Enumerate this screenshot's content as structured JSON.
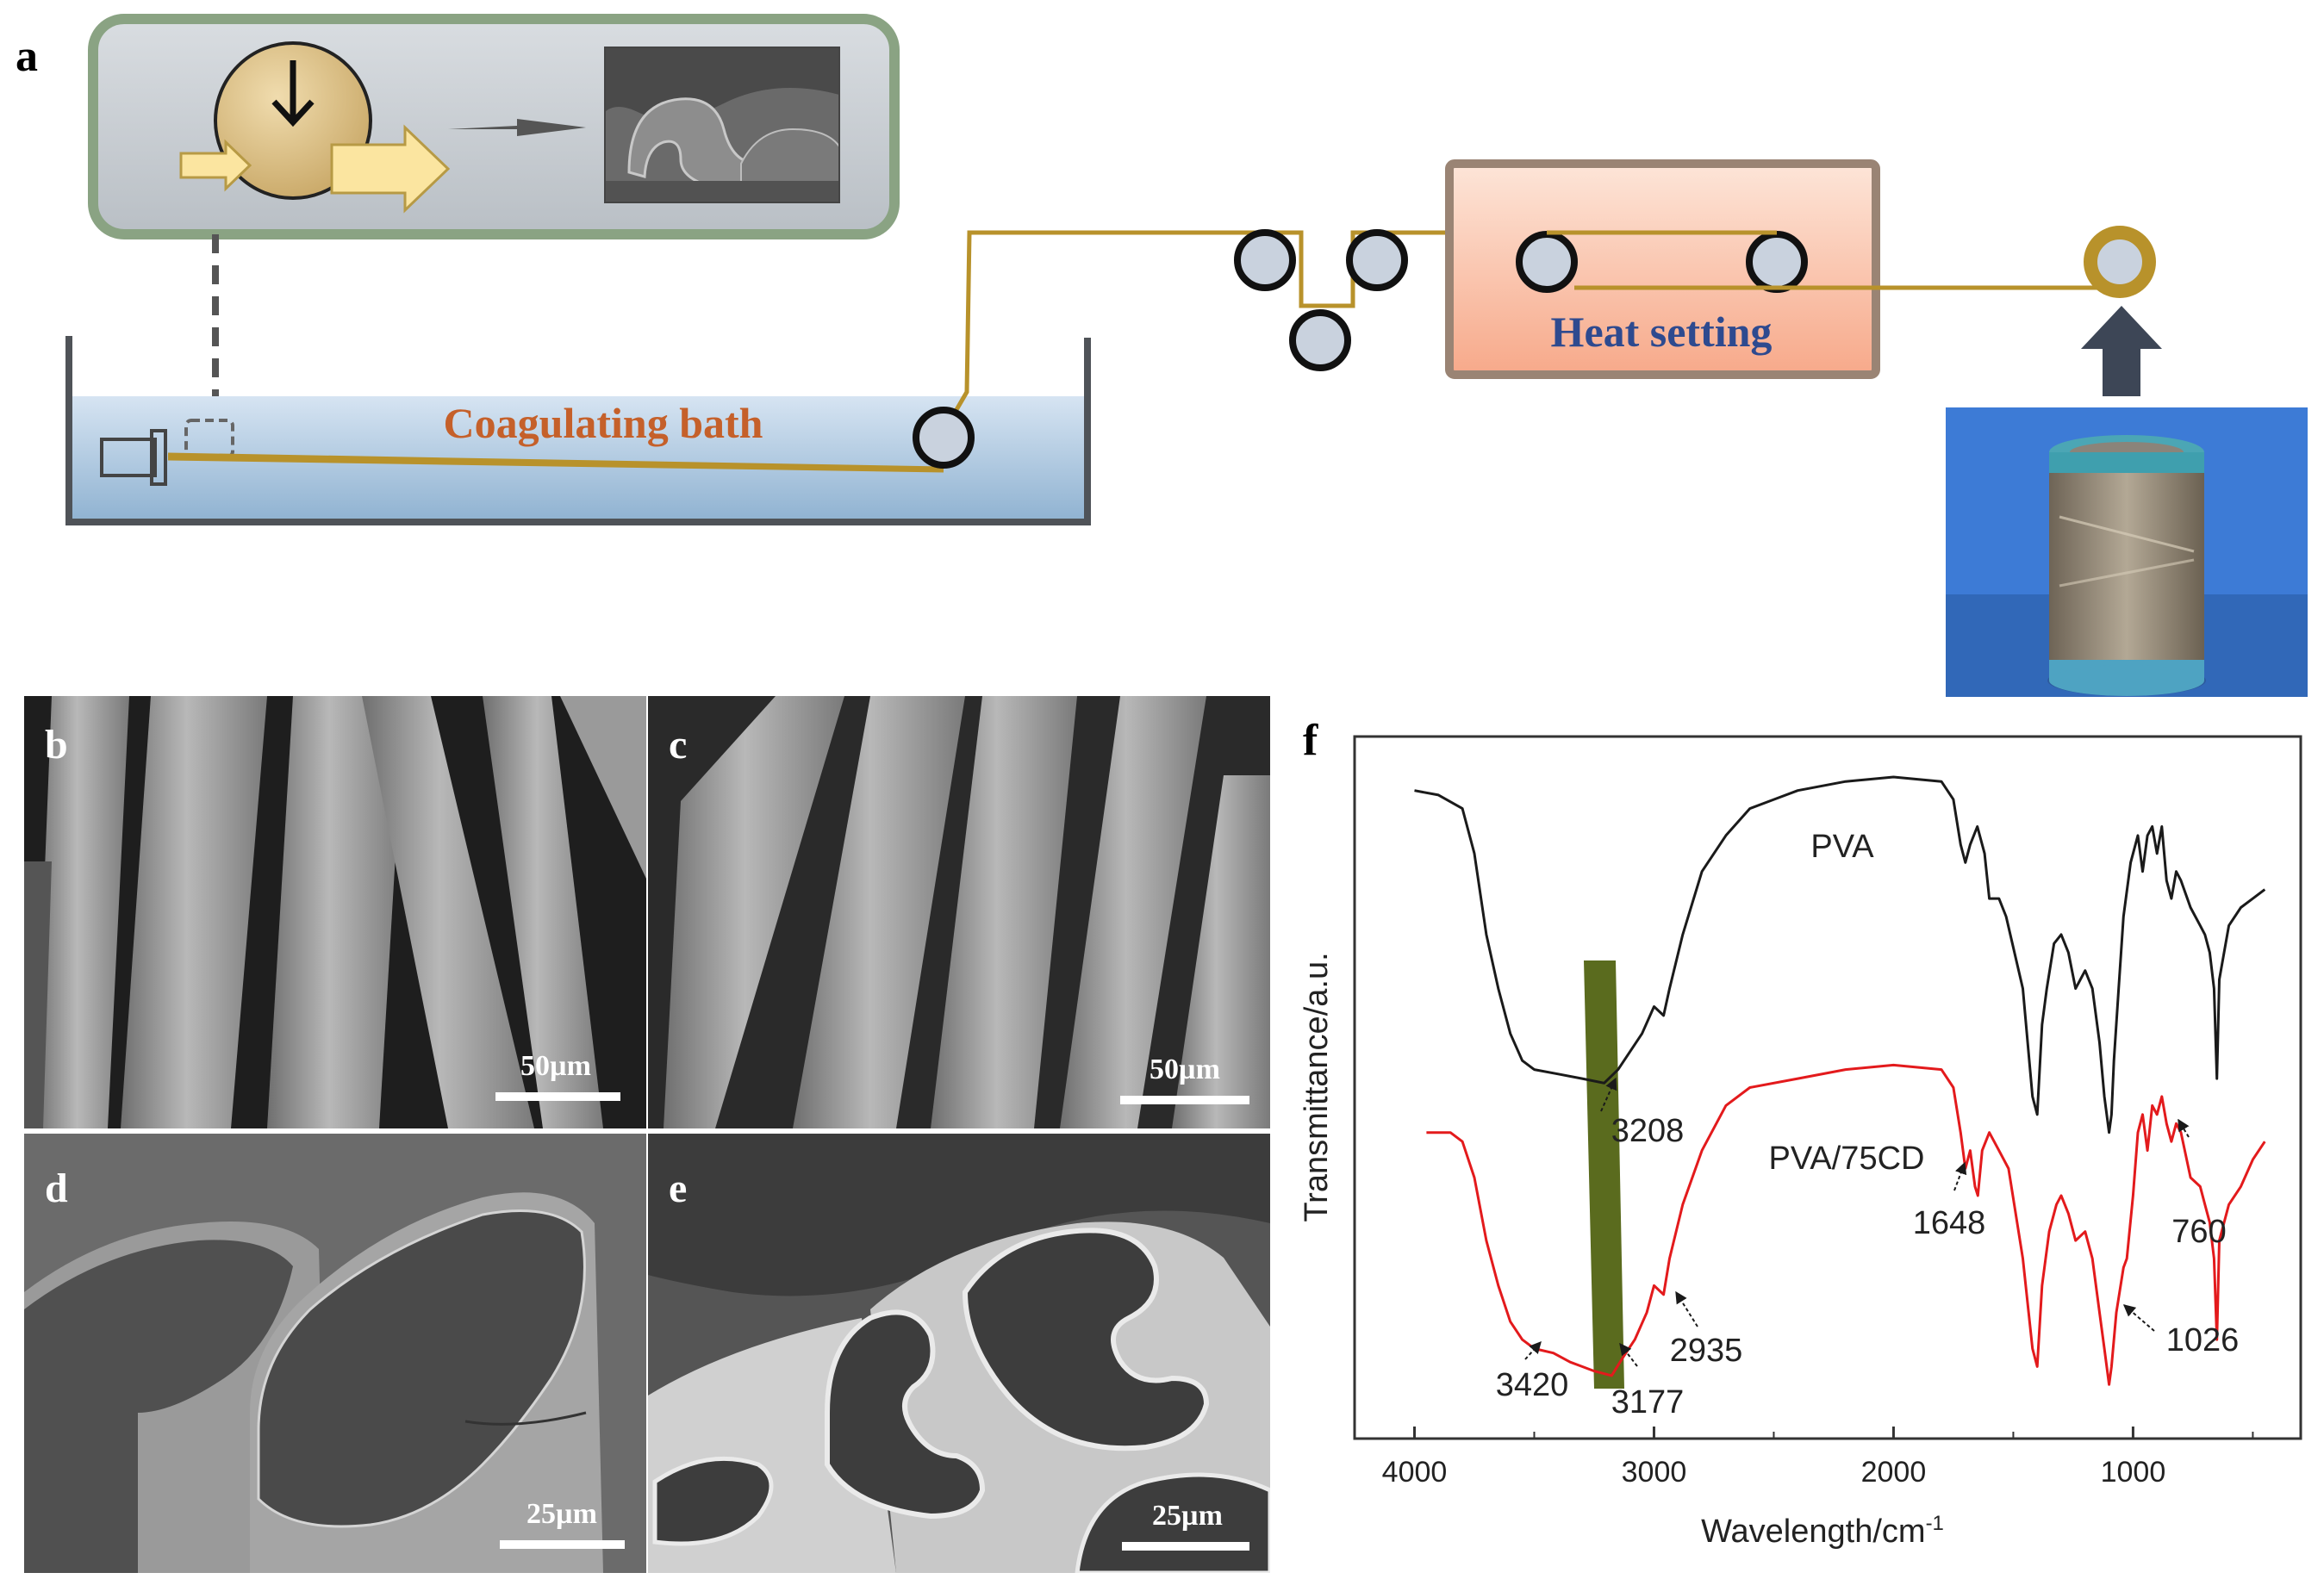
{
  "panels": {
    "a": {
      "letter": "a",
      "bath_label": "Coagulating bath",
      "heat_label": "Heat setting"
    },
    "b": {
      "letter": "b",
      "scale_bar": "50µm"
    },
    "c": {
      "letter": "c",
      "scale_bar": "50µm"
    },
    "d": {
      "letter": "d",
      "scale_bar": "25µm"
    },
    "e": {
      "letter": "e",
      "scale_bar": "25µm"
    },
    "f": {
      "letter": "f"
    }
  },
  "colors": {
    "fiber_line": "#b8922b",
    "roller_fill": "#c9d2de",
    "bath_top": "#d6e4f2",
    "bath_bottom": "#8fb2d1",
    "heat_top": "#fde5d8",
    "heat_bottom": "#f7a98a",
    "inset_bg": "#c8cdd2",
    "inset_border": "#8aa383",
    "pump_fill": "#dcc08a",
    "arrow_fill": "#fbe5a0",
    "pva_line": "#1a1a1a",
    "cd_line": "#e31a1c",
    "highlight_band": "#5a6b1e",
    "bobbin_bg": "#3d7bd6",
    "heat_text": "#2e4a8f",
    "bath_text": "#c5602a"
  },
  "chart_data": {
    "type": "line",
    "xlabel": "Wavelength/cm",
    "xlabel_sup": "-1",
    "ylabel": "Transmittance/a.u.",
    "xlim": [
      4250,
      300
    ],
    "x_ticks": [
      4000,
      3000,
      2000,
      1000
    ],
    "series": [
      {
        "name": "PVA",
        "color": "#1a1a1a",
        "points": [
          [
            4000,
            92
          ],
          [
            3900,
            91.5
          ],
          [
            3800,
            90
          ],
          [
            3750,
            85
          ],
          [
            3700,
            76
          ],
          [
            3650,
            70
          ],
          [
            3600,
            65
          ],
          [
            3550,
            62
          ],
          [
            3500,
            61
          ],
          [
            3400,
            60.5
          ],
          [
            3300,
            60
          ],
          [
            3208,
            59.5
          ],
          [
            3150,
            61
          ],
          [
            3100,
            63
          ],
          [
            3050,
            65
          ],
          [
            3000,
            68
          ],
          [
            2960,
            67
          ],
          [
            2935,
            70
          ],
          [
            2880,
            76
          ],
          [
            2800,
            83
          ],
          [
            2700,
            87
          ],
          [
            2600,
            90
          ],
          [
            2500,
            91
          ],
          [
            2400,
            92
          ],
          [
            2200,
            93
          ],
          [
            2000,
            93.5
          ],
          [
            1800,
            93
          ],
          [
            1750,
            91
          ],
          [
            1720,
            86
          ],
          [
            1700,
            84
          ],
          [
            1680,
            86
          ],
          [
            1650,
            88
          ],
          [
            1620,
            85
          ],
          [
            1600,
            80
          ],
          [
            1560,
            80
          ],
          [
            1530,
            78
          ],
          [
            1460,
            70
          ],
          [
            1420,
            58
          ],
          [
            1400,
            56
          ],
          [
            1380,
            66
          ],
          [
            1360,
            70
          ],
          [
            1330,
            75
          ],
          [
            1300,
            76
          ],
          [
            1270,
            74
          ],
          [
            1240,
            70
          ],
          [
            1200,
            72
          ],
          [
            1170,
            70
          ],
          [
            1140,
            64
          ],
          [
            1120,
            58
          ],
          [
            1100,
            54
          ],
          [
            1090,
            56
          ],
          [
            1080,
            62
          ],
          [
            1060,
            70
          ],
          [
            1040,
            78
          ],
          [
            1010,
            84
          ],
          [
            980,
            87
          ],
          [
            960,
            83
          ],
          [
            940,
            87
          ],
          [
            920,
            88
          ],
          [
            900,
            85
          ],
          [
            880,
            88
          ],
          [
            860,
            82
          ],
          [
            840,
            80
          ],
          [
            820,
            83
          ],
          [
            800,
            82
          ],
          [
            760,
            79
          ],
          [
            720,
            77
          ],
          [
            700,
            76
          ],
          [
            680,
            74
          ],
          [
            662,
            70
          ],
          [
            650,
            60
          ],
          [
            640,
            71
          ],
          [
            600,
            77
          ],
          [
            550,
            79
          ],
          [
            500,
            80
          ],
          [
            450,
            81
          ]
        ]
      },
      {
        "name": "PVA/75CD",
        "color": "#e31a1c",
        "points": [
          [
            3950,
            54
          ],
          [
            3850,
            54
          ],
          [
            3800,
            53
          ],
          [
            3750,
            49
          ],
          [
            3700,
            42
          ],
          [
            3650,
            37
          ],
          [
            3600,
            33
          ],
          [
            3550,
            31
          ],
          [
            3500,
            30
          ],
          [
            3420,
            29.5
          ],
          [
            3350,
            28.5
          ],
          [
            3300,
            28
          ],
          [
            3250,
            27.5
          ],
          [
            3177,
            27
          ],
          [
            3130,
            29
          ],
          [
            3080,
            31
          ],
          [
            3030,
            34
          ],
          [
            3000,
            37
          ],
          [
            2960,
            36
          ],
          [
            2935,
            40
          ],
          [
            2880,
            46
          ],
          [
            2800,
            52
          ],
          [
            2700,
            57
          ],
          [
            2600,
            59
          ],
          [
            2400,
            60
          ],
          [
            2200,
            61
          ],
          [
            2000,
            61.5
          ],
          [
            1800,
            61
          ],
          [
            1750,
            59
          ],
          [
            1720,
            54
          ],
          [
            1700,
            50
          ],
          [
            1680,
            52
          ],
          [
            1660,
            48
          ],
          [
            1648,
            47
          ],
          [
            1630,
            52
          ],
          [
            1600,
            54
          ],
          [
            1560,
            52
          ],
          [
            1520,
            50
          ],
          [
            1460,
            40
          ],
          [
            1420,
            30
          ],
          [
            1400,
            28
          ],
          [
            1380,
            37
          ],
          [
            1350,
            43
          ],
          [
            1320,
            46
          ],
          [
            1300,
            47
          ],
          [
            1270,
            45
          ],
          [
            1240,
            42
          ],
          [
            1200,
            43
          ],
          [
            1170,
            40
          ],
          [
            1140,
            34
          ],
          [
            1120,
            30
          ],
          [
            1100,
            26
          ],
          [
            1090,
            28
          ],
          [
            1070,
            34
          ],
          [
            1040,
            39
          ],
          [
            1026,
            40
          ],
          [
            1000,
            47
          ],
          [
            980,
            54
          ],
          [
            960,
            56
          ],
          [
            940,
            52
          ],
          [
            920,
            57
          ],
          [
            900,
            56
          ],
          [
            880,
            58
          ],
          [
            860,
            55
          ],
          [
            840,
            53
          ],
          [
            820,
            55
          ],
          [
            800,
            54
          ],
          [
            760,
            49
          ],
          [
            720,
            48
          ],
          [
            700,
            46
          ],
          [
            680,
            44
          ],
          [
            662,
            40
          ],
          [
            650,
            31
          ],
          [
            640,
            42
          ],
          [
            600,
            46
          ],
          [
            550,
            48
          ],
          [
            500,
            51
          ],
          [
            450,
            53
          ]
        ]
      }
    ],
    "annotations": [
      "3208",
      "3420",
      "3177",
      "2935",
      "1648",
      "760",
      "1026"
    ]
  }
}
